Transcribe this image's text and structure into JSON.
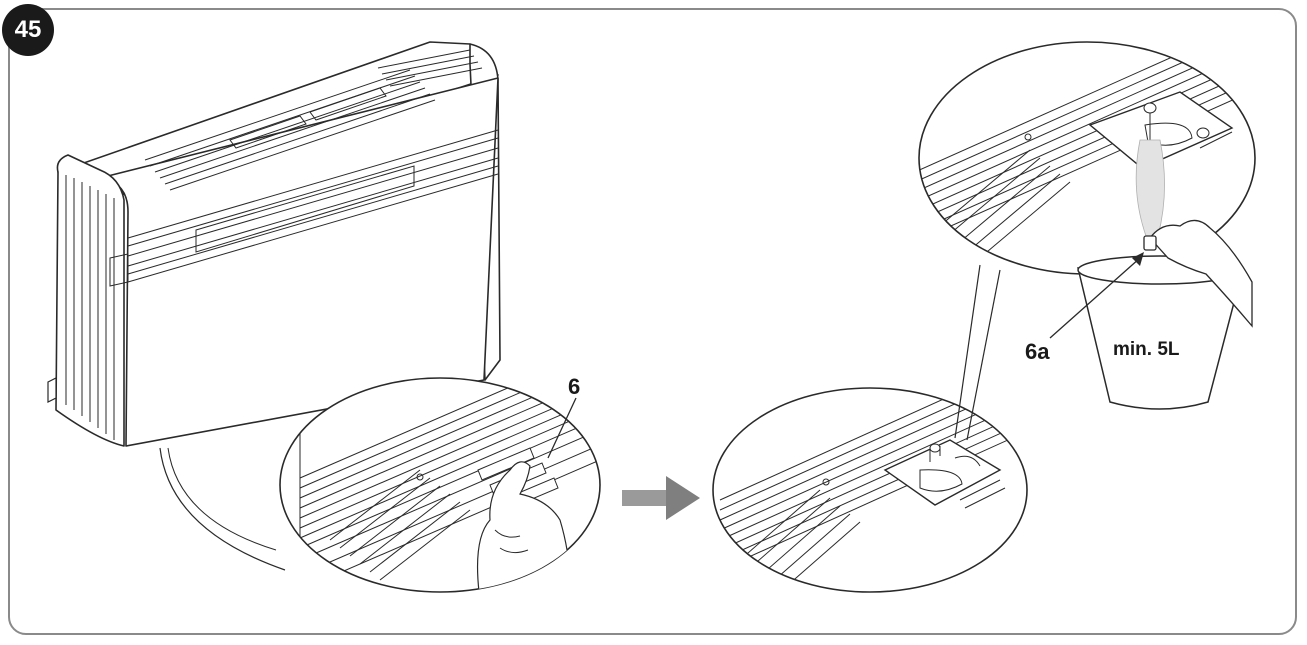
{
  "figure": {
    "step_number": "45",
    "callouts": {
      "drain_tray_label": "6",
      "drain_plug_label": "6a",
      "bucket_capacity": "min. 5L"
    },
    "colors": {
      "line": "#2a2a2a",
      "frame": "#8a8a8a",
      "arrow": "#8c8c8c",
      "water": "#d9d9d9",
      "badge": "#1a1a1a"
    },
    "icons": [
      "air-conditioner-unit",
      "hand-icon",
      "drain-plug",
      "water-stream",
      "bucket-icon",
      "direction-arrow-icon"
    ]
  }
}
